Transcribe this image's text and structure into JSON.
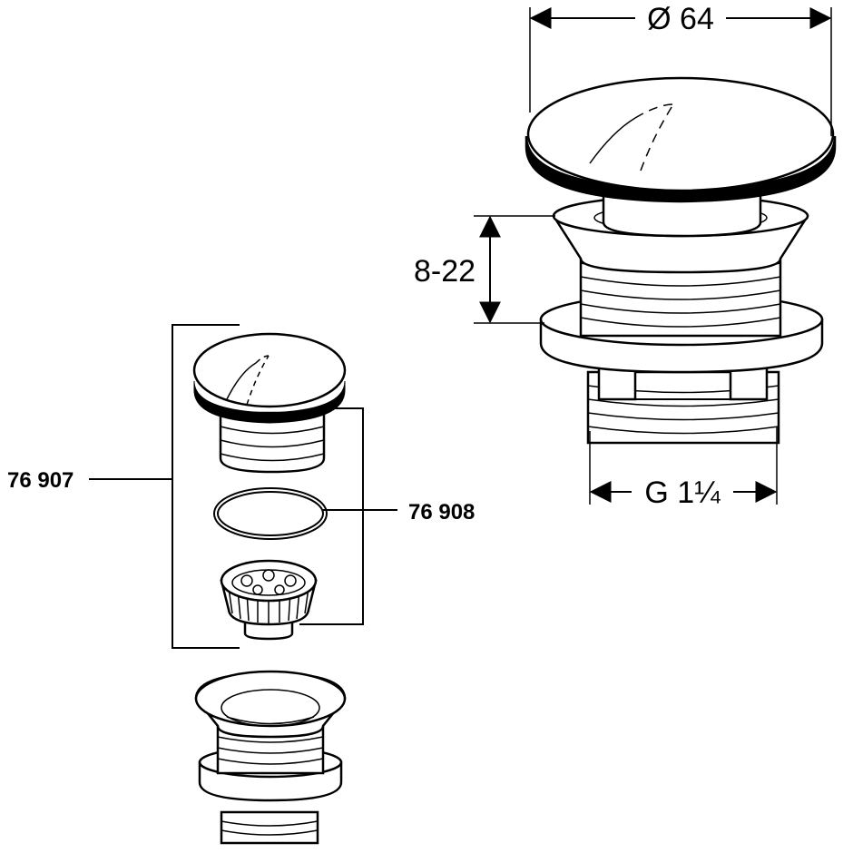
{
  "dimensions": {
    "cap_diameter": "Ø 64",
    "adjust_height": "8-22",
    "thread": "G 1¼"
  },
  "part_numbers": {
    "waste_set": "76 907",
    "seal_and_basket": "76 908"
  },
  "colors": {
    "line": "#000000",
    "background": "#ffffff"
  }
}
